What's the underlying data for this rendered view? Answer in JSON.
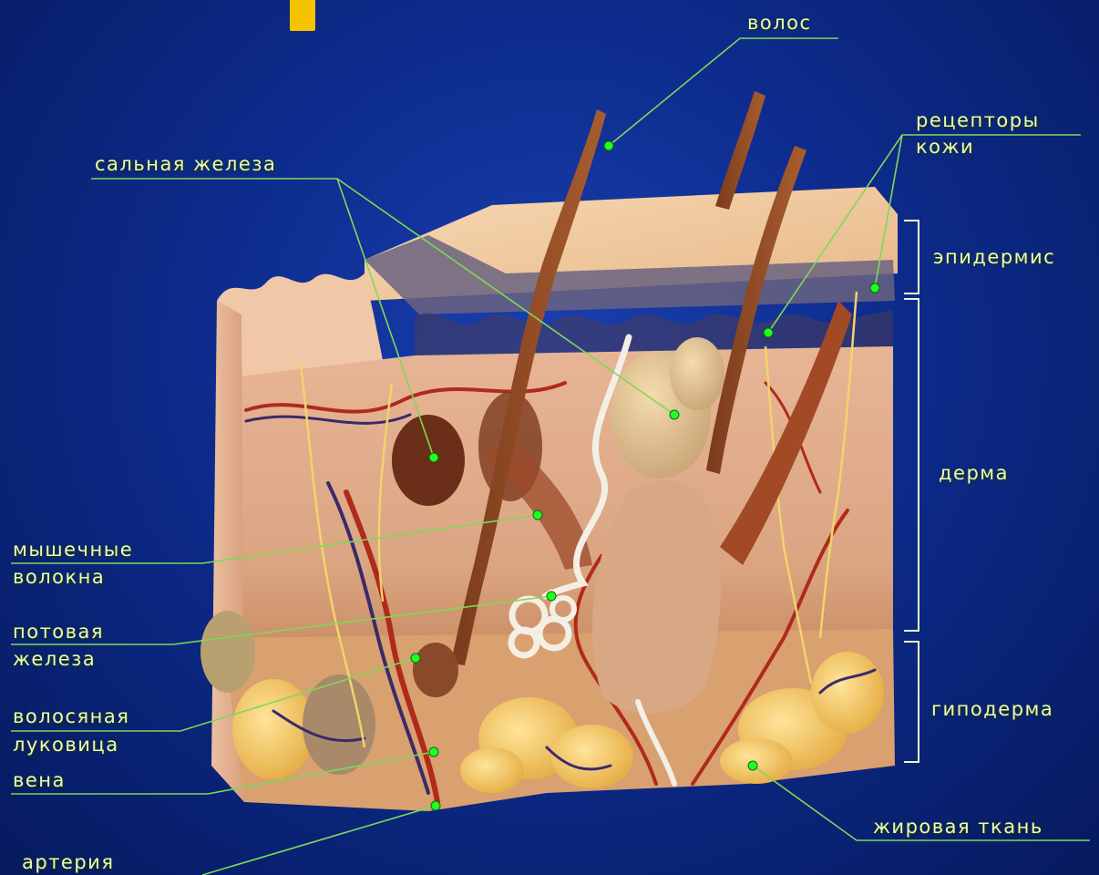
{
  "labels": {
    "hair": "волос",
    "skin_receptors_1": "рецепторы",
    "skin_receptors_2": "кожи",
    "sebaceous_gland": "сальная железа",
    "epidermis": "эпидермис",
    "dermis": "дерма",
    "muscle_fibers_1": "мышечные",
    "muscle_fibers_2": "волокна",
    "sweat_gland_1": "потовая",
    "sweat_gland_2": "железа",
    "hair_bulb_1": "волосяная",
    "hair_bulb_2": "луковица",
    "vein": "вена",
    "hypodermis": "гиподерма",
    "adipose_tissue": "жировая ткань",
    "artery": "артерия"
  },
  "colors": {
    "background": "#0d2b8c",
    "label_text": "#e9f7c9",
    "leader_line": "#7ed957",
    "marker_dot": "#22ff22",
    "bracket": "#e9f7c9",
    "title_fragment": "#f5c400"
  }
}
